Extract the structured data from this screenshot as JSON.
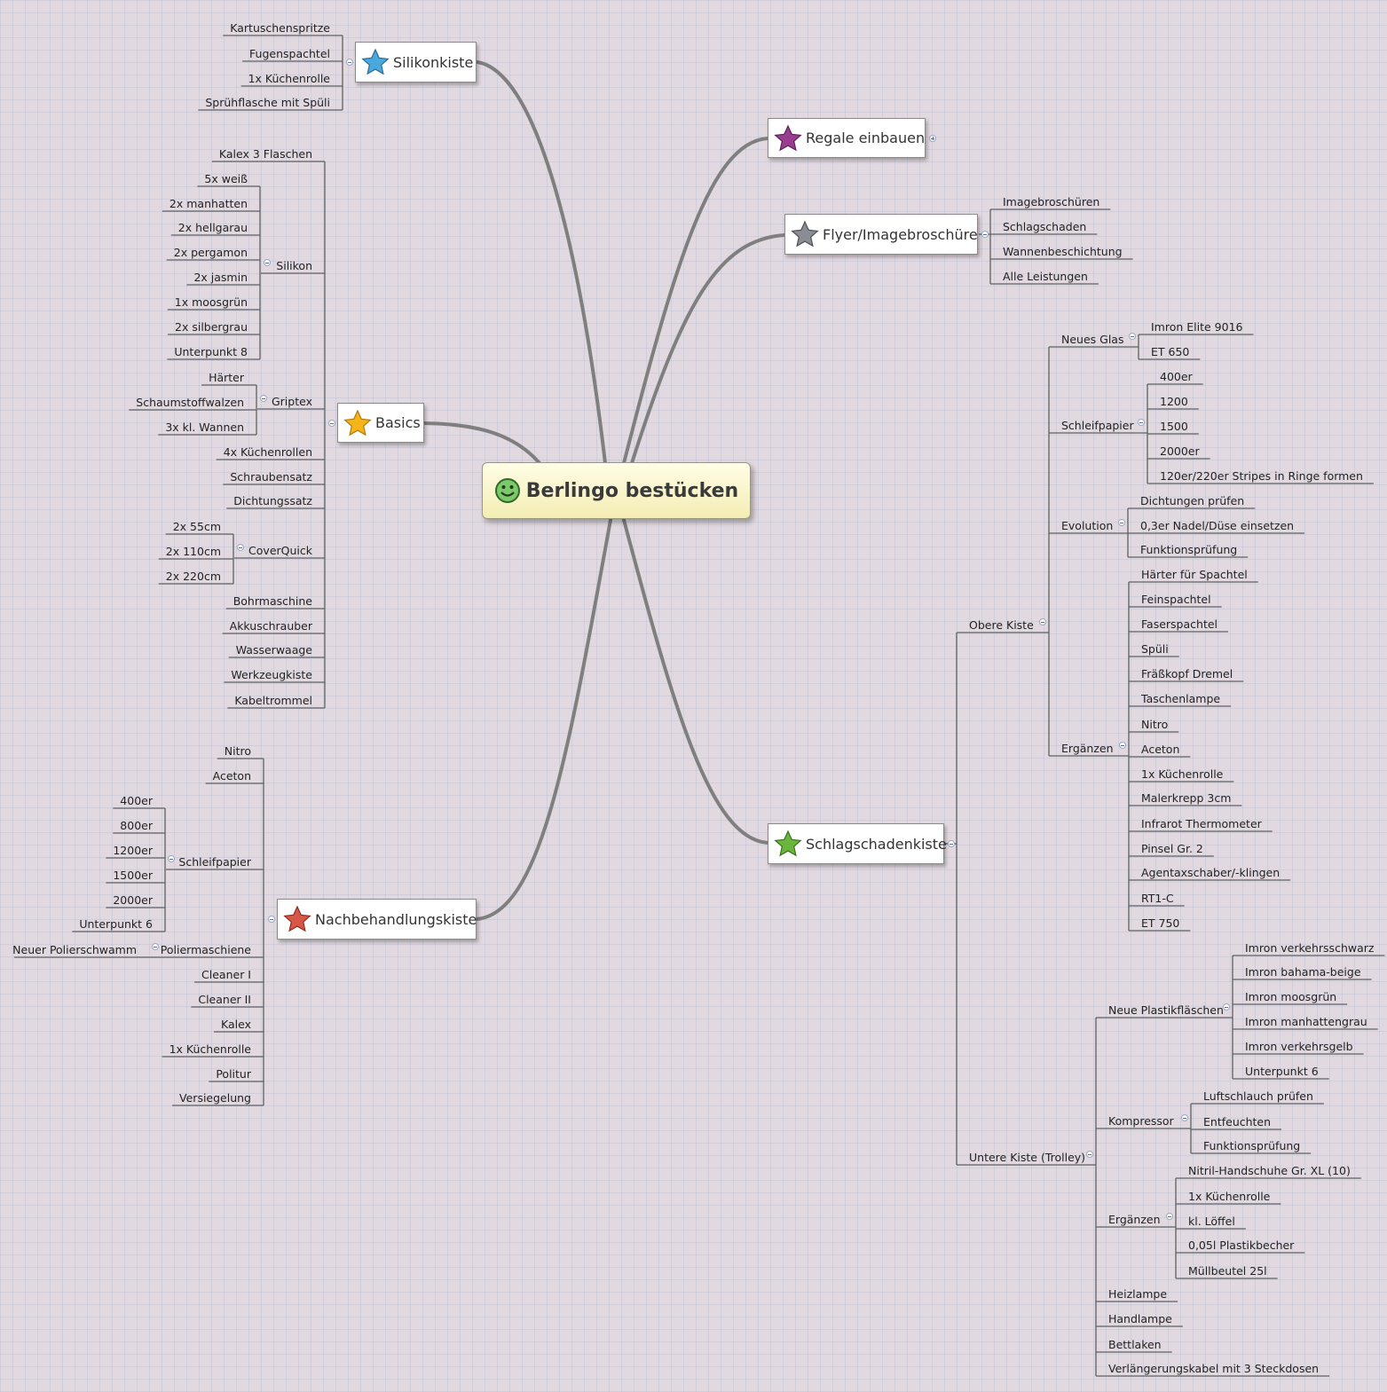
{
  "central": {
    "title": "Berlingo bestücken",
    "icon": "smiley-icon"
  },
  "colors": {
    "blue_star": "#4aa8dc",
    "purple_star": "#9a3d8e",
    "gray_star": "#8a8d93",
    "yellow_star": "#f4b41a",
    "green_star": "#6ab53c",
    "red_star": "#d85848",
    "branch_line": "#7f7f7f",
    "leaf_line": "#606060"
  },
  "main": {
    "silikonkiste": "Silikonkiste",
    "regale": "Regale einbauen",
    "flyer": "Flyer/Imagebroschüre",
    "basics": "Basics",
    "nachbehandlung": "Nachbehandlungskiste",
    "schlagschaden": "Schlagschadenkiste"
  },
  "silikonkiste": [
    "Kartuschenspritze",
    "Fugenspachtel",
    "1x Küchenrolle",
    "Sprühflasche mit Spüli"
  ],
  "flyer": [
    "Imagebroschüren",
    "Schlagschaden",
    "Wannenbeschichtung",
    "Alle Leistungen"
  ],
  "basics": {
    "kalex": "Kalex 3 Flaschen",
    "silikon": {
      "label": "Silikon",
      "items": [
        "5x weiß",
        "2x manhatten",
        "2x hellgarau",
        "2x pergamon",
        "2x jasmin",
        "1x moosgrün",
        "2x silbergrau",
        "Unterpunkt 8"
      ]
    },
    "griptex": {
      "label": "Griptex",
      "items": [
        "Härter",
        "Schaumstoffwalzen",
        "3x kl. Wannen"
      ]
    },
    "mid": [
      "4x Küchenrollen",
      "Schraubensatz",
      "Dichtungssatz"
    ],
    "coverquick": {
      "label": "CoverQuick",
      "items": [
        "2x 55cm",
        "2x 110cm",
        "2x 220cm"
      ]
    },
    "rest": [
      "Bohrmaschine",
      "Akkuschrauber",
      "Wasserwaage",
      "Werkzeugkiste",
      "Kabeltrommel"
    ]
  },
  "nachbehandlung": {
    "top": [
      "Nitro",
      "Aceton"
    ],
    "schleifpapier": {
      "label": "Schleifpapier",
      "items": [
        "400er",
        "800er",
        "1200er",
        "1500er",
        "2000er",
        "Unterpunkt 6"
      ]
    },
    "poliermaschiene": {
      "label": "Poliermaschiene",
      "items": [
        "Neuer Polierschwamm"
      ]
    },
    "rest": [
      "Cleaner I",
      "Cleaner II",
      "Kalex",
      "1x Küchenrolle",
      "Politur",
      "Versiegelung"
    ]
  },
  "schlagschaden": {
    "obere": {
      "label": "Obere Kiste",
      "neues_glas": {
        "label": "Neues Glas",
        "items": [
          "Imron Elite 9016",
          "ET 650"
        ]
      },
      "schleifpapier": {
        "label": "Schleifpapier",
        "items": [
          "400er",
          "1200",
          "1500",
          "2000er",
          "120er/220er Stripes in Ringe formen"
        ]
      },
      "evolution": {
        "label": "Evolution",
        "items": [
          "Dichtungen prüfen",
          "0,3er Nadel/Düse einsetzen",
          "Funktionsprüfung"
        ]
      },
      "ergaenzen": {
        "label": "Ergänzen",
        "items": [
          "Härter für Spachtel",
          "Feinspachtel",
          "Faserspachtel",
          "Spüli",
          "Fräßkopf Dremel",
          "Taschenlampe",
          "Nitro",
          "Aceton",
          "1x Küchenrolle",
          "Malerkrepp 3cm",
          "Infrarot Thermometer",
          "Pinsel Gr. 2",
          "Agentaxschaber/-klingen",
          "RT1-C",
          "ET 750"
        ]
      }
    },
    "untere": {
      "label": "Untere Kiste (Trolley)",
      "neue_plastik": {
        "label": "Neue Plastikfläschen",
        "items": [
          "Imron verkehrsschwarz",
          "Imron bahama-beige",
          "Imron moosgrün",
          "Imron manhattengrau",
          "Imron verkehrsgelb",
          "Unterpunkt 6"
        ]
      },
      "kompressor": {
        "label": "Kompressor",
        "items": [
          "Luftschlauch prüfen",
          "Entfeuchten",
          "Funktionsprüfung"
        ]
      },
      "ergaenzen": {
        "label": "Ergänzen",
        "items": [
          "Nitril-Handschuhe Gr. XL (10)",
          "1x Küchenrolle",
          "kl. Löffel",
          "0,05l Plastikbecher",
          "Müllbeutel 25l"
        ]
      },
      "rest": [
        "Heizlampe",
        "Handlampe",
        "Bettlaken",
        "Verlängerungskabel mit 3 Steckdosen"
      ]
    }
  }
}
